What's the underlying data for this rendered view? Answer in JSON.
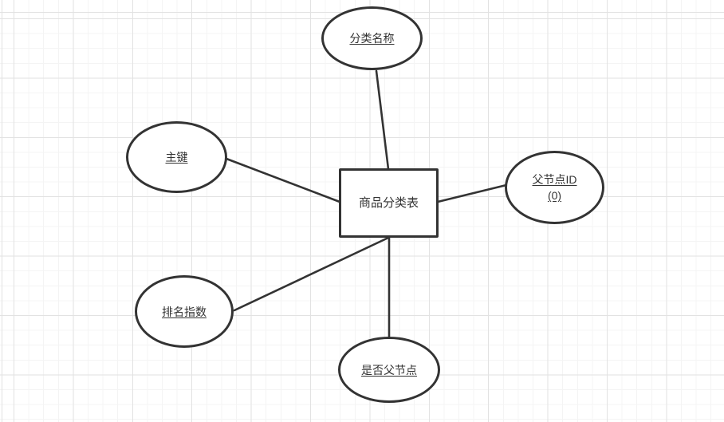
{
  "canvas": {
    "background_color": "#ffffff",
    "grid_minor_color": "#f4f4f4",
    "grid_major_color": "#e2e2e2",
    "stroke_color": "#333333",
    "text_color": "#333333"
  },
  "diagram": {
    "type": "er-attribute-diagram",
    "entity": {
      "label": "商品分类表"
    },
    "attributes": {
      "category_name": {
        "label": "分类名称"
      },
      "primary_key": {
        "label": "主键"
      },
      "parent_node_id": {
        "label": "父节点ID",
        "label_line2": "(0)"
      },
      "ranking_index": {
        "label": "排名指数"
      },
      "is_parent_node": {
        "label": "是否父节点"
      }
    }
  }
}
